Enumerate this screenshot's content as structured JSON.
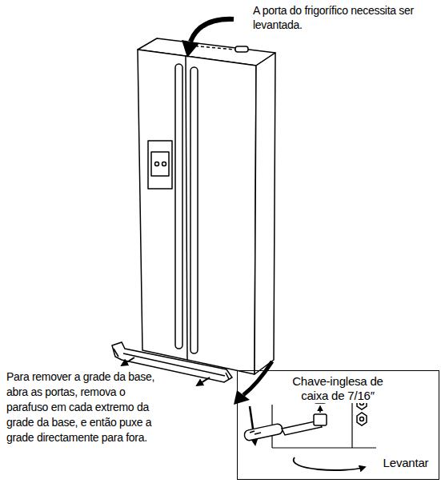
{
  "diagram": {
    "nodes": [
      {
        "text": [
          "Chave-inglesa de caixa de 7/16″",
          "Levantar"
        ]
      }
    ],
    "labels": [
      "A porta do frigorífico necessita ser levantada.",
      "Para remover a grade da base, abra as portas, remova o parafuso em cada extremo da grade da base, e então puxe a grade directamente para fora."
    ]
  }
}
